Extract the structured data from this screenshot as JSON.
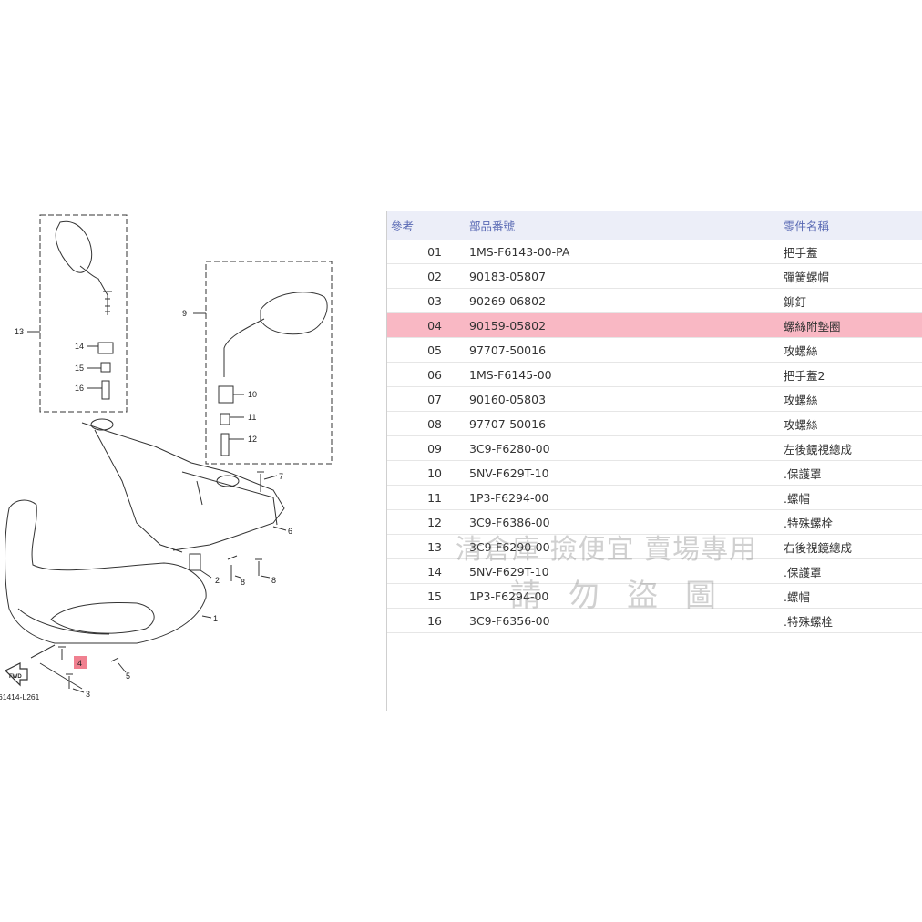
{
  "diagram": {
    "code": "61414-L261",
    "fwd_label": "FWD",
    "callouts": [
      "13",
      "14",
      "15",
      "16",
      "9",
      "10",
      "11",
      "12",
      "7",
      "6",
      "2",
      "8",
      "8",
      "1",
      "4",
      "5",
      "3"
    ],
    "highlight_callout": "4",
    "highlight_color": "#f08090"
  },
  "table": {
    "headers": {
      "ref": "參考",
      "part_no": "部品番號",
      "name": "零件名稱"
    },
    "header_color": "#5a6ab4",
    "selected_row_color": "#f9b8c4",
    "rows": [
      {
        "ref": "01",
        "part_no": "1MS-F6143-00-PA",
        "name": "把手蓋"
      },
      {
        "ref": "02",
        "part_no": "90183-05807",
        "name": "彈簧螺帽"
      },
      {
        "ref": "03",
        "part_no": "90269-06802",
        "name": "鉚釘"
      },
      {
        "ref": "04",
        "part_no": "90159-05802",
        "name": "螺絲附墊圈",
        "selected": true
      },
      {
        "ref": "05",
        "part_no": "97707-50016",
        "name": "攻螺絲"
      },
      {
        "ref": "06",
        "part_no": "1MS-F6145-00",
        "name": "把手蓋2"
      },
      {
        "ref": "07",
        "part_no": "90160-05803",
        "name": "攻螺絲"
      },
      {
        "ref": "08",
        "part_no": "97707-50016",
        "name": "攻螺絲"
      },
      {
        "ref": "09",
        "part_no": "3C9-F6280-00",
        "name": "左後鏡視總成"
      },
      {
        "ref": "10",
        "part_no": "5NV-F629T-10",
        "name": ".保護罩"
      },
      {
        "ref": "11",
        "part_no": "1P3-F6294-00",
        "name": ".螺帽"
      },
      {
        "ref": "12",
        "part_no": "3C9-F6386-00",
        "name": ".特殊螺栓"
      },
      {
        "ref": "13",
        "part_no": "3C9-F6290-00",
        "name": "右後視鏡總成"
      },
      {
        "ref": "14",
        "part_no": "5NV-F629T-10",
        "name": ".保護罩"
      },
      {
        "ref": "15",
        "part_no": "1P3-F6294-00",
        "name": ".螺帽"
      },
      {
        "ref": "16",
        "part_no": "3C9-F6356-00",
        "name": ".特殊螺栓"
      }
    ]
  },
  "watermark": {
    "line1": "清倉庫 撿便宜 賣場專用",
    "line2": "請勿盜圖"
  }
}
